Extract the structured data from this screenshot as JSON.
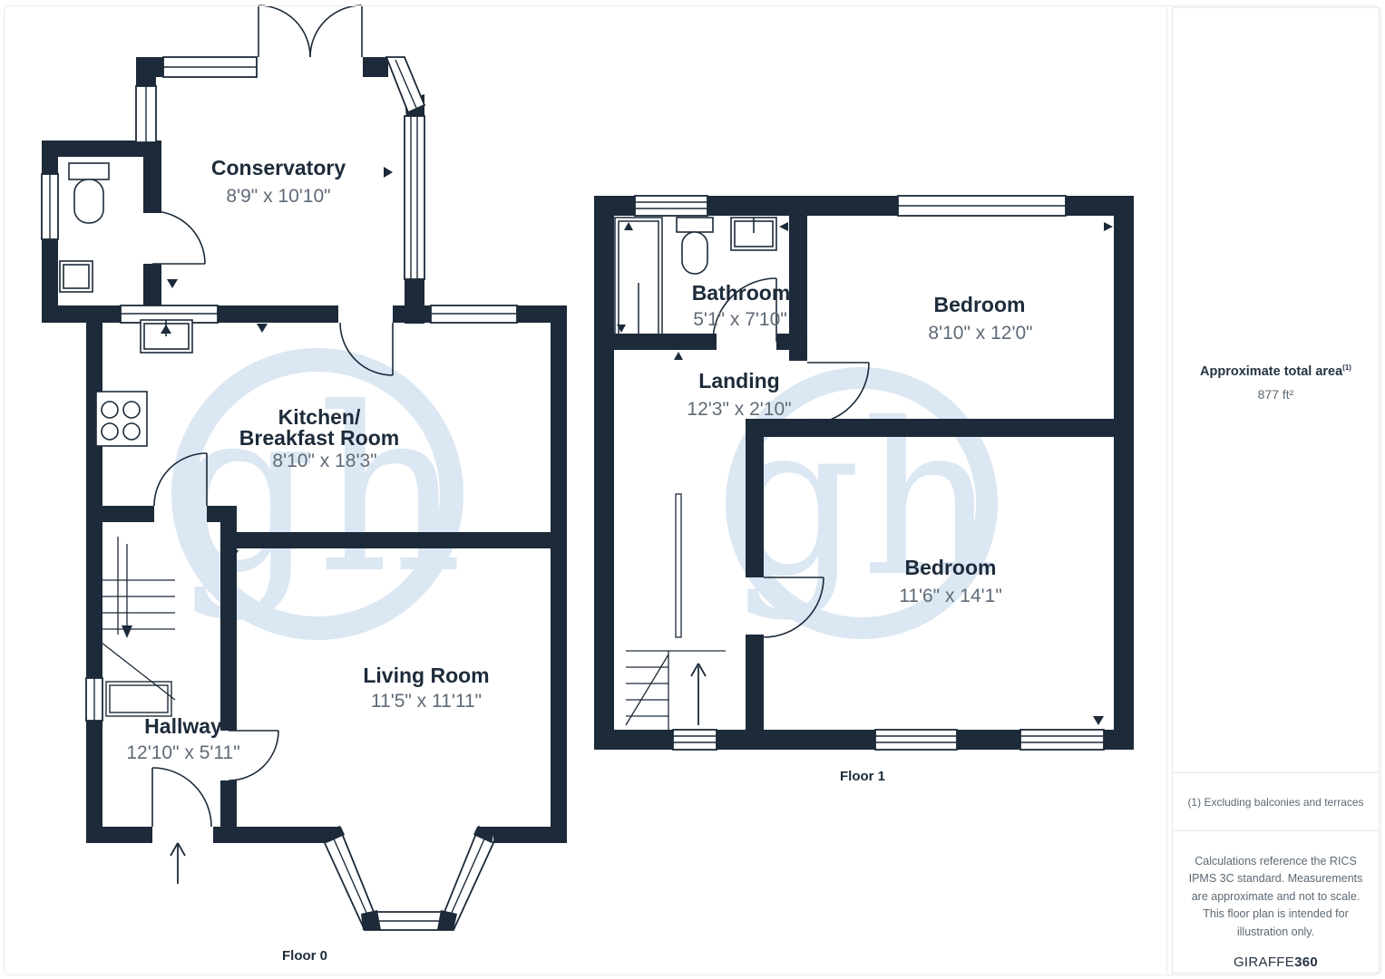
{
  "page": {
    "title": "Floor plan"
  },
  "watermark_text": "gh",
  "floors": [
    {
      "label": "Floor 0",
      "rooms": [
        {
          "name": "Conservatory",
          "dims": "8'9\" x 10'10\""
        },
        {
          "name_line1": "Kitchen/",
          "name_line2": "Breakfast Room",
          "dims": "8'10\" x 18'3\""
        },
        {
          "name": "Living Room",
          "dims": "11'5\" x 11'11\""
        },
        {
          "name": "Hallway",
          "dims": "12'10\" x 5'11\""
        }
      ]
    },
    {
      "label": "Floor 1",
      "rooms": [
        {
          "name": "Bathroom",
          "dims": "5'1\" x 7'10\""
        },
        {
          "name": "Landing",
          "dims": "12'3\" x 2'10\""
        },
        {
          "name": "Bedroom",
          "dims": "8'10\" x 12'0\""
        },
        {
          "name": "Bedroom",
          "dims": "11'6\" x 14'1\""
        }
      ]
    }
  ],
  "sidebar": {
    "area_title": "Approximate total area",
    "area_marker": "(1)",
    "area_value": "877 ft²",
    "footnote": "(1) Excluding balconies and terraces",
    "disclaimer": "Calculations reference the RICS IPMS 3C standard. Measurements are approximate and not to scale. This floor plan is intended for illustration only.",
    "brand_name": "GIRAFFE",
    "brand_suffix": "360"
  },
  "colors": {
    "wall": "#1c2a39",
    "room_name_text": "#1d2b3a",
    "dims_text": "#5f6a76",
    "sidebar_text": "#5b6874",
    "border": "#e9eaec",
    "watermark": "#dbe7f3"
  }
}
